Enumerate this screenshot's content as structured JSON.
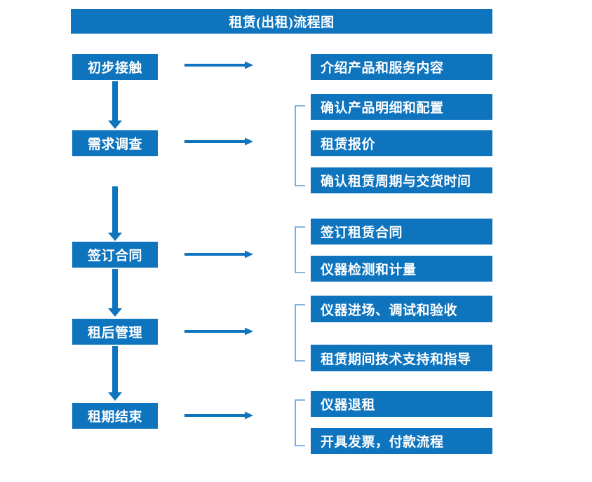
{
  "theme": {
    "box_fill": "#0E74BE",
    "box_text": "#FFFFFF",
    "arrow_color": "#0E74BE",
    "bracket_color": "#5B9BD5",
    "page_background": "#FFFFFF"
  },
  "title": {
    "text": "租赁(出租)流程图"
  },
  "flow": {
    "stages": [
      {
        "id": "stage-1",
        "label": "初步接触",
        "details": [
          "介绍产品和服务内容"
        ],
        "has_bracket": false
      },
      {
        "id": "stage-2",
        "label": "需求调查",
        "details": [
          "确认产品明细和配置",
          "租赁报价",
          "确认租赁周期与交货时间"
        ],
        "has_bracket": true
      },
      {
        "id": "stage-3",
        "label": "签订合同",
        "details": [
          "签订租赁合同",
          "仪器检测和计量"
        ],
        "has_bracket": true
      },
      {
        "id": "stage-4",
        "label": "租后管理",
        "details": [
          "仪器进场、调试和验收",
          "租赁期间技术支持和指导"
        ],
        "has_bracket": true
      },
      {
        "id": "stage-5",
        "label": "租期结束",
        "details": [
          "仪器退租",
          "开具发票，付款流程"
        ],
        "has_bracket": true
      }
    ]
  },
  "connectors": {
    "horizontal_arrow_name": "right-arrow-icon",
    "vertical_arrow_name": "down-arrow-icon",
    "bracket_name": "grouping-bracket"
  }
}
